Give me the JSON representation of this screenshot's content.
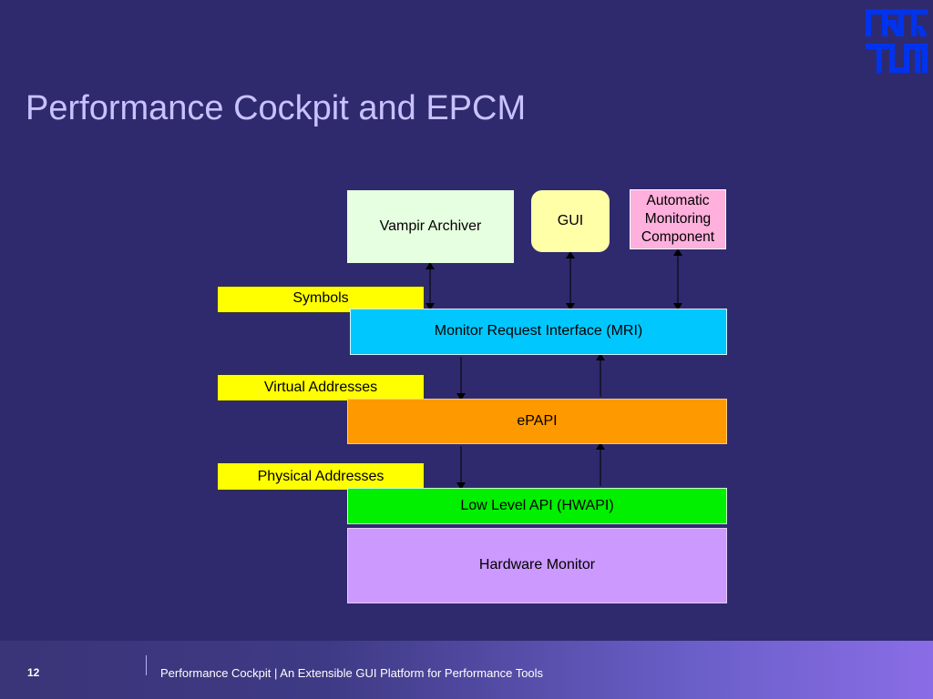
{
  "slide": {
    "title": "Performance Cockpit and EPCM",
    "page_number": "12",
    "footer_left": "Performance Cockpit",
    "footer_right": "| An Extensible GUI Platform for Performance Tools"
  },
  "diagram": {
    "vampir_archiver": "Vampir Archiver",
    "gui": "GUI",
    "automatic_monitoring": [
      "Automatic",
      "Monitoring",
      "Component"
    ],
    "symbols": "Symbols",
    "mri": "Monitor Request Interface (MRI)",
    "virtual_addresses": "Virtual Addresses",
    "epapi": "ePAPI",
    "physical_addresses": "Physical Addresses",
    "hwapi": "Low Level API (HWAPI)",
    "hardware_monitor": "Hardware Monitor"
  },
  "colors": {
    "background": "#2f2a6e",
    "title": "#c9c2ff",
    "vampir_archiver": "#e6ffe0",
    "gui": "#ffffa8",
    "automatic_monitoring": "#ffb0dc",
    "address_tags": "#ffff00",
    "mri": "#00c8ff",
    "epapi": "#ff9900",
    "hwapi": "#00f000",
    "hardware_monitor": "#cc99ff"
  }
}
